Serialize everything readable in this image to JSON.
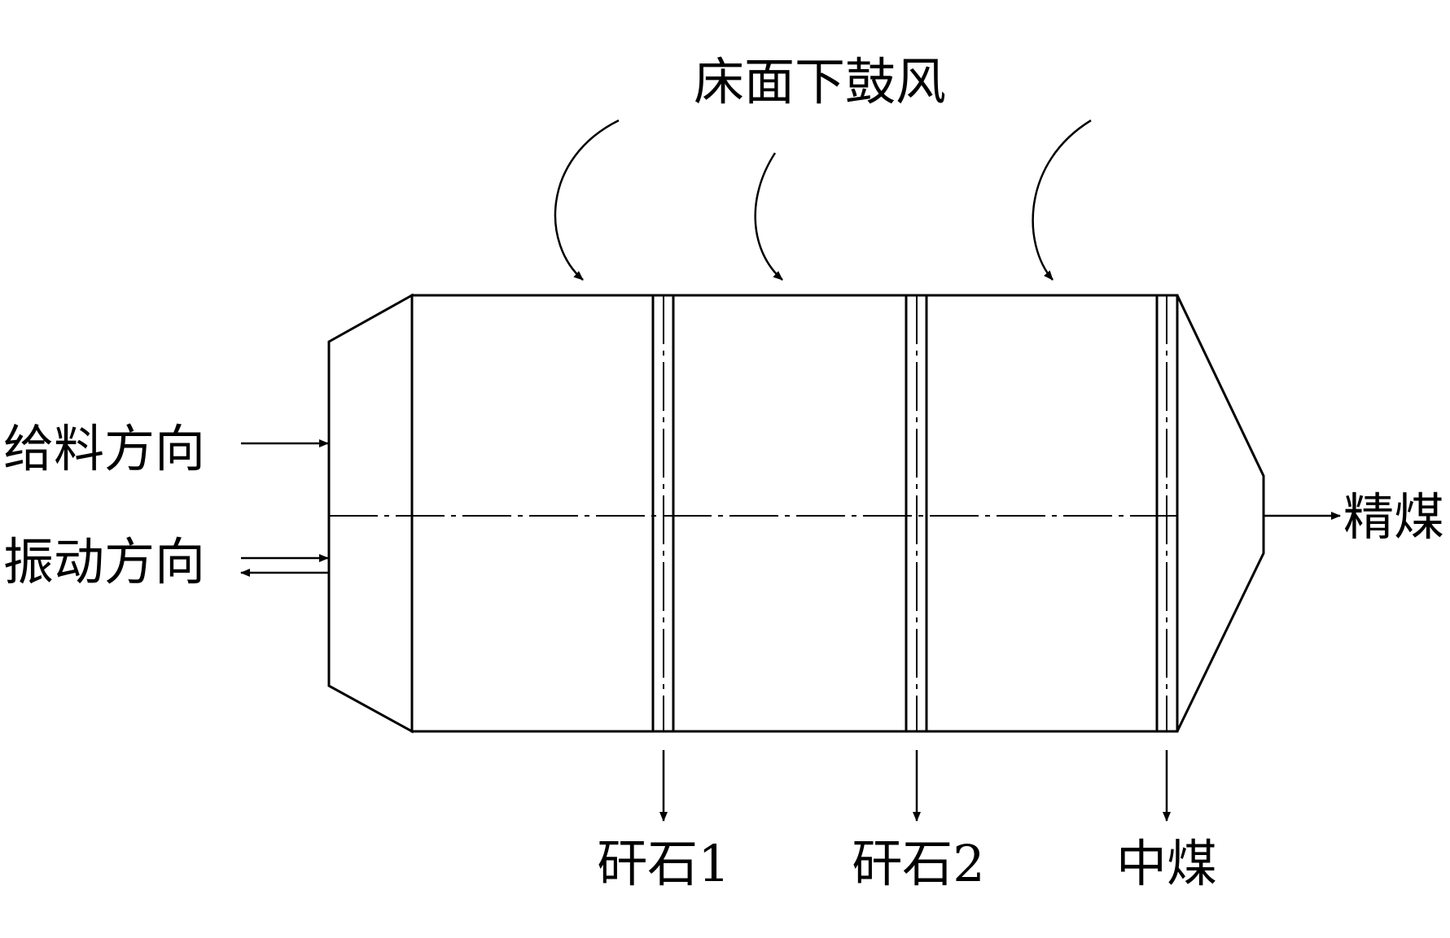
{
  "labels": {
    "air_blow": "床面下鼓风",
    "feed_direction": "给料方向",
    "vibration_direction": "振动方向",
    "clean_coal": "精煤",
    "gangue_1": "矸石1",
    "gangue_2": "矸石2",
    "middling": "中煤"
  },
  "colors": {
    "line": "#000000",
    "background": "#ffffff"
  }
}
